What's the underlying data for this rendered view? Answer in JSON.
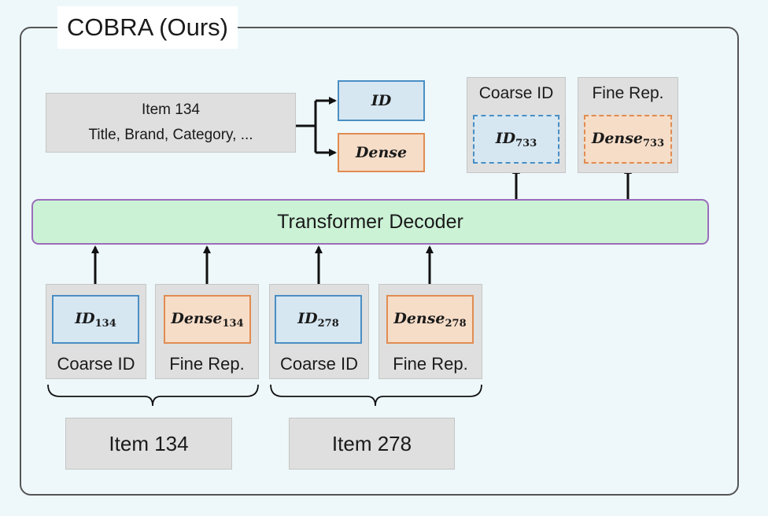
{
  "frame": {
    "title": "COBRA (Ours)"
  },
  "tokenizer": {
    "item_line1": "Item 134",
    "item_line2": "Title, Brand, Category, ...",
    "id_label": "ID",
    "dense_label": "Dense"
  },
  "decoder": {
    "label": "Transformer Decoder"
  },
  "outputs": {
    "coarse_title": "Coarse ID",
    "coarse_token": "ID",
    "coarse_sub": "733",
    "fine_title": "Fine Rep.",
    "fine_token": "Dense",
    "fine_sub": "733"
  },
  "inputs": [
    {
      "token": "ID",
      "sub": "134",
      "caption": "Coarse ID"
    },
    {
      "token": "Dense",
      "sub": "134",
      "caption": "Fine Rep."
    },
    {
      "token": "ID",
      "sub": "278",
      "caption": "Coarse ID"
    },
    {
      "token": "Dense",
      "sub": "278",
      "caption": "Fine Rep."
    }
  ],
  "items": [
    {
      "label": "Item 134"
    },
    {
      "label": "Item 278"
    }
  ],
  "colors": {
    "background": "#eef8fa",
    "decoder_fill": "#ccf2d6",
    "decoder_border": "#9a6dbb",
    "id_fill": "#d6e7f2",
    "id_border": "#4a8ec4",
    "dense_fill": "#f6ddc8",
    "dense_border": "#e08c52",
    "gray_fill": "#dedfde"
  }
}
